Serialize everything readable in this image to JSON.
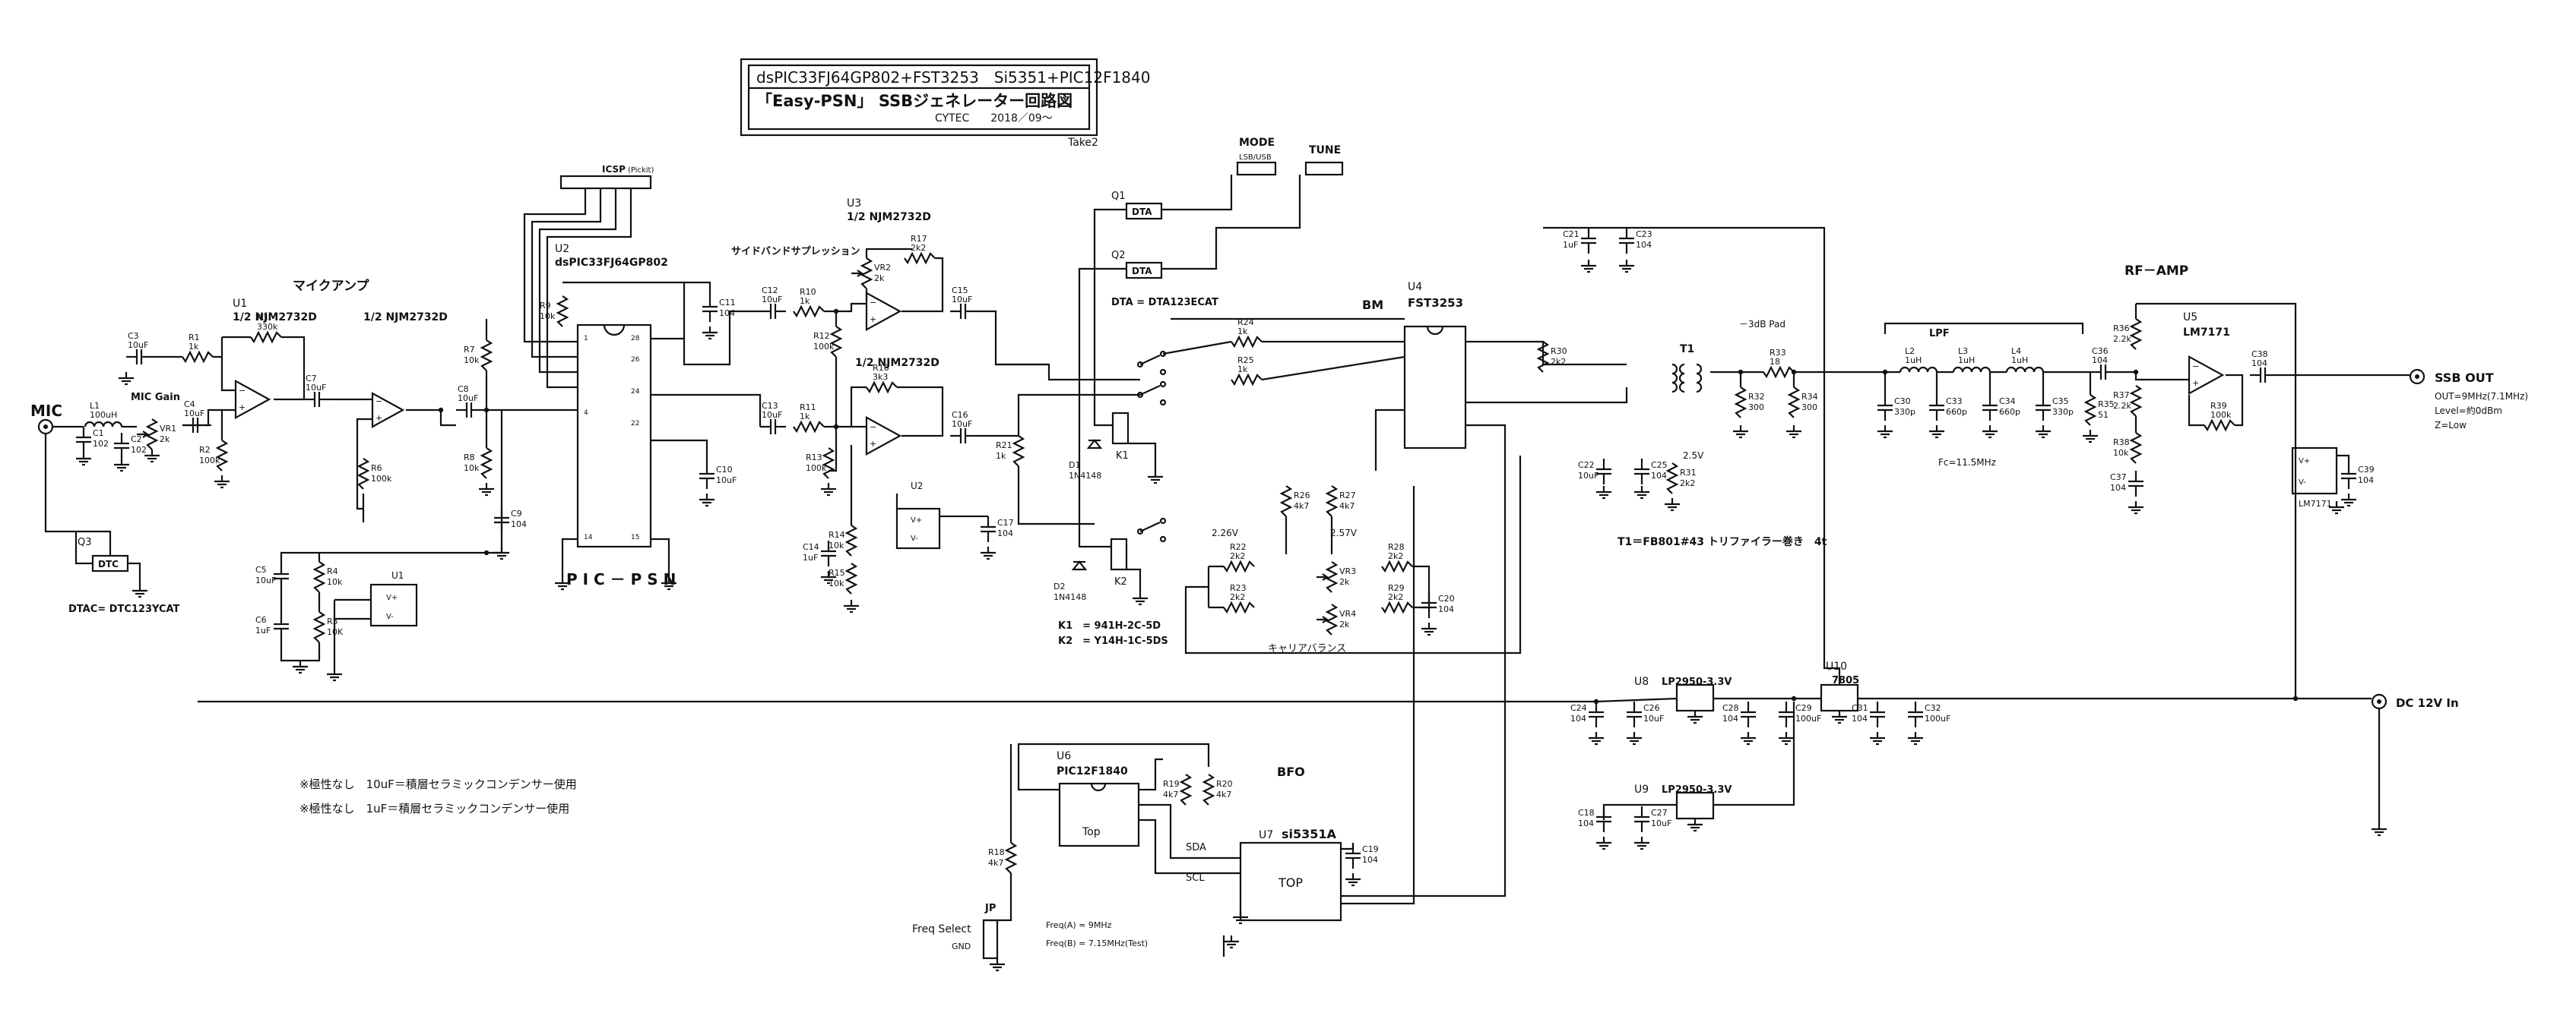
{
  "title": {
    "line1": "dsPIC33FJ64GP802+FST3253　Si5351+PIC12F1840",
    "line2": "「Easy-PSN」 SSBジェネレーター回路図",
    "line3": "CYTEC　　2018／09～",
    "take": "Take2"
  },
  "connectors": {
    "mic": "MIC",
    "ssb_out": "SSB OUT",
    "ssb_out_note1": "OUT=9MHz(7.1MHz)",
    "ssb_out_note2": "Level=約0dBm",
    "ssb_out_note3": "Z=Low",
    "dc_in": "DC 12V In",
    "mode": "MODE",
    "mode_sub": "LSB/USB",
    "tune": "TUNE",
    "icsp": "ICSP",
    "icsp_sub": "(Pickit)",
    "jp": "JP",
    "freq_select": "Freq Select",
    "gnd": "GND"
  },
  "sections": {
    "mic_amp": "マイクアンプ",
    "mic_gain": "MIC Gain",
    "sideband": "サイドバンドサプレッション",
    "bm": "BM",
    "rf_amp": "RF－AMP",
    "bfo": "BFO",
    "lpf": "LPF",
    "pad": "－3dB Pad",
    "carrier_balance": "キャリアバランス",
    "pic_psn": "P I C － P S N",
    "fc": "Fc=11.5MHz"
  },
  "ics": {
    "u1_ref": "U1",
    "u1_part": "1/2 NJM2732D",
    "u1b_part": "1/2 NJM2732D",
    "u2_ref": "U2",
    "u2_part": "dsPIC33FJ64GP802",
    "u3_ref": "U3",
    "u3_part": "1/2 NJM2732D",
    "u3b_part": "1/2 NJM2732D",
    "u4_ref": "U4",
    "u4_part": "FST3253",
    "u5_ref": "U5",
    "u5_part": "LM7171",
    "u6_ref": "U6",
    "u6_part": "PIC12F1840",
    "u6_body": "Top",
    "u7_ref": "U7",
    "u7_part": "si5351A",
    "u7_body": "TOP",
    "u8_ref": "U8",
    "u8_part": "LP2950-3.3V",
    "u9_ref": "U9",
    "u9_part": "LP2950-3.3V",
    "u10_ref": "U10",
    "u10_part": "7805",
    "lm7171_small": "LM7171"
  },
  "transistors": {
    "q1": "Q1",
    "q2": "Q2",
    "q3": "Q3",
    "dta": "DTA",
    "dtc": "DTC",
    "dta_note": "DTA = DTA123ECAT",
    "dtc_note": "DTAC= DTC123YCAT"
  },
  "relays": {
    "k1": "K1",
    "k2": "K2",
    "k1_note": "K1　= 941H-2C-5D",
    "k2_note": "K2　= Y14H-1C-5DS"
  },
  "transformer": {
    "t1": "T1",
    "note": "T1＝FB801#43 トリファイラー巻き　4t"
  },
  "parts": {
    "r1": "R1",
    "r1v": "1k",
    "r2": "R2",
    "r2v": "100k",
    "r3": "R3",
    "r3v": "330k",
    "r4": "R4",
    "r4v": "10k",
    "r5": "R5",
    "r5v": "10K",
    "r6": "R6",
    "r6v": "100k",
    "r7": "R7",
    "r7v": "10k",
    "r8": "R8",
    "r8v": "10k",
    "r9": "R9",
    "r9v": "10k",
    "r10": "R10",
    "r10v": "1k",
    "r11": "R11",
    "r11v": "1k",
    "r12": "R12",
    "r12v": "100k",
    "r13": "R13",
    "r13v": "100k",
    "r14": "R14",
    "r14v": "10k",
    "r15": "R15",
    "r15v": "10k",
    "r16": "R16",
    "r16v": "3k3",
    "r17": "R17",
    "r17v": "2k2",
    "r18": "R18",
    "r18v": "4k7",
    "r19": "R19",
    "r19v": "4k7",
    "r20": "R20",
    "r20v": "4k7",
    "r21": "R21",
    "r21v": "1k",
    "r22": "R22",
    "r22v": "2k2",
    "r23": "R23",
    "r23v": "2k2",
    "r24": "R24",
    "r24v": "1k",
    "r25": "R25",
    "r25v": "1k",
    "r26": "R26",
    "r26v": "4k7",
    "r27": "R27",
    "r27v": "4k7",
    "r28": "R28",
    "r28v": "2k2",
    "r29": "R29",
    "r29v": "2k2",
    "r30": "R30",
    "r30v": "2k2",
    "r31": "R31",
    "r31v": "2k2",
    "r32": "R32",
    "r32v": "300",
    "r33": "R33",
    "r33v": "18",
    "r34": "R34",
    "r34v": "300",
    "r35": "R35",
    "r35v": "51",
    "r36": "R36",
    "r36v": "2.2k",
    "r37": "R37",
    "r37v": "2.2k",
    "r38": "R38",
    "r38v": "10k",
    "r39": "R39",
    "r39v": "100k",
    "c1": "C1",
    "c1v": "102",
    "c2": "C2",
    "c2v": "102",
    "c3": "C3",
    "c3v": "10uF",
    "c4": "C4",
    "c4v": "10uF",
    "c5": "C5",
    "c5v": "10uF",
    "c6": "C6",
    "c6v": "1uF",
    "c7": "C7",
    "c7v": "10uF",
    "c8": "C8",
    "c8v": "10uF",
    "c9": "C9",
    "c9v": "104",
    "c10": "C10",
    "c10v": "10uF",
    "c11": "C11",
    "c11v": "104",
    "c12": "C12",
    "c12v": "10uF",
    "c13": "C13",
    "c13v": "10uF",
    "c14": "C14",
    "c14v": "1uF",
    "c15": "C15",
    "c15v": "10uF",
    "c16": "C16",
    "c16v": "10uF",
    "c17": "C17",
    "c17v": "104",
    "c18": "C18",
    "c18v": "104",
    "c19": "C19",
    "c19v": "104",
    "c20": "C20",
    "c20v": "104",
    "c21": "C21",
    "c21v": "1uF",
    "c22": "C22",
    "c22v": "10uF",
    "c23": "C23",
    "c23v": "104",
    "c24": "C24",
    "c24v": "104",
    "c25": "C25",
    "c25v": "104",
    "c26": "C26",
    "c26v": "10uF",
    "c27": "C27",
    "c27v": "10uF",
    "c28": "C28",
    "c28v": "104",
    "c29": "C29",
    "c29v": "100uF",
    "c30": "C30",
    "c30v": "330p",
    "c31": "C31",
    "c31v": "104",
    "c32": "C32",
    "c32v": "100uF",
    "c33": "C33",
    "c33v": "660p",
    "c34": "C34",
    "c34v": "660p",
    "c35": "C35",
    "c35v": "330p",
    "c36": "C36",
    "c36v": "104",
    "c37": "C37",
    "c37v": "104",
    "c38": "C38",
    "c38v": "104",
    "c39": "C39",
    "c39v": "104",
    "l1": "L1",
    "l1v": "100uH",
    "l2": "L2",
    "l2v": "1uH",
    "l3": "L3",
    "l3v": "1uH",
    "l4": "L4",
    "l4v": "1uH",
    "vr1": "VR1",
    "vr1v": "2k",
    "vr2": "VR2",
    "vr2v": "2k",
    "vr3": "VR3",
    "vr3v": "2k",
    "vr4": "VR4",
    "vr4v": "2k",
    "d1": "D1",
    "d1v": "1N4148",
    "d2": "D2",
    "d2v": "1N4148"
  },
  "nets": {
    "v226": "2.26V",
    "v257": "2.57V",
    "v25": "2.5V",
    "sda": "SDA",
    "scl": "SCL",
    "freq_a": "Freq(A) = 9MHz",
    "freq_b": "Freq(B) = 7.15MHz(Test)",
    "vplus": "V+",
    "vminus": "V-"
  },
  "notes": {
    "n1": "※極性なし　10uF＝積層セラミックコンデンサー使用",
    "n2": "※極性なし　1uF＝積層セラミックコンデンサー使用"
  }
}
